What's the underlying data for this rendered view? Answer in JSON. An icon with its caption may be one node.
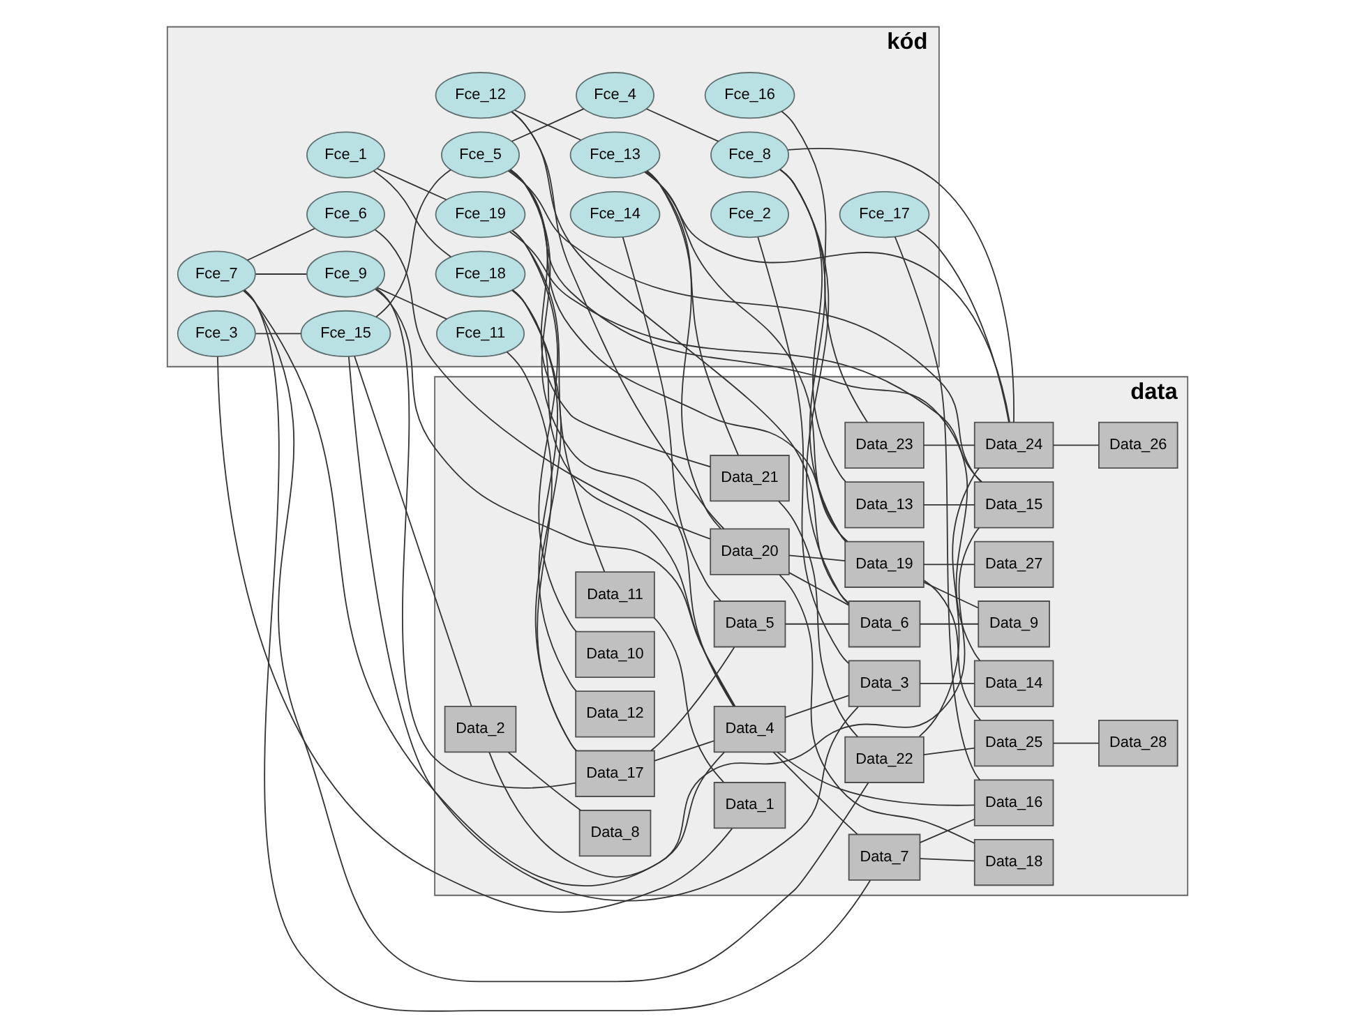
{
  "diagram": {
    "nodes": [
      {
        "text": [
          "kód"
        ]
      },
      {
        "text": [
          "Fce_1"
        ],
        "in": 0
      },
      {
        "text": [
          "Fce_19"
        ],
        "in": 0
      },
      {
        "text": [
          "Fce_2"
        ],
        "in": 0
      },
      {
        "text": [
          "Fce_3"
        ],
        "in": 0
      },
      {
        "text": [
          "Fce_15"
        ],
        "in": 0
      },
      {
        "text": [
          "Fce_18"
        ],
        "in": 0
      },
      {
        "text": [
          "Fce_5"
        ],
        "in": 0
      },
      {
        "text": [
          "Fce_4"
        ],
        "in": 0
      },
      {
        "text": [
          "Fce_14"
        ],
        "in": 0
      },
      {
        "text": [
          "Fce_8"
        ],
        "in": 0
      },
      {
        "text": [
          "Fce_7"
        ],
        "in": 0
      },
      {
        "text": [
          "Fce_6"
        ],
        "in": 0
      },
      {
        "text": [
          "Fce_9"
        ],
        "in": 0
      },
      {
        "text": [
          "Fce_11"
        ],
        "in": 0
      },
      {
        "text": [
          "Fce_12"
        ],
        "in": 0
      },
      {
        "text": [
          "Fce_13"
        ],
        "in": 0
      },
      {
        "text": [
          "Fce_17"
        ],
        "in": 0
      },
      {
        "text": [
          "Fce_16"
        ],
        "in": 0
      },
      {
        "text": [
          "data"
        ]
      },
      {
        "text": [
          "Data_10"
        ],
        "in": 19
      },
      {
        "text": [
          "Data_11"
        ],
        "in": 19
      },
      {
        "text": [
          "Data_1"
        ],
        "in": 19
      },
      {
        "text": [
          "Data_12"
        ],
        "in": 19
      },
      {
        "text": [
          "Data_8"
        ],
        "in": 19
      },
      {
        "text": [
          "Data_2"
        ],
        "in": 19
      },
      {
        "text": [
          "Data_15"
        ],
        "in": 19
      },
      {
        "text": [
          "Data_13"
        ],
        "in": 19
      },
      {
        "text": [
          "Data_14"
        ],
        "in": 19
      },
      {
        "text": [
          "Data_3"
        ],
        "in": 19
      },
      {
        "text": [
          "Data_4"
        ],
        "in": 19
      },
      {
        "text": [
          "Data_17"
        ],
        "in": 19
      },
      {
        "text": [
          "Data_16"
        ],
        "in": 19
      },
      {
        "text": [
          "Data_7"
        ],
        "in": 19
      },
      {
        "text": [
          "Data_5"
        ],
        "in": 19
      },
      {
        "text": [
          "Data_18"
        ],
        "in": 19
      },
      {
        "text": [
          "Data_6"
        ],
        "in": 19
      },
      {
        "text": [
          "Data_20"
        ],
        "in": 19
      },
      {
        "text": [
          "Data_19"
        ],
        "in": 19
      },
      {
        "text": [
          "Data_9"
        ],
        "in": 19
      },
      {
        "text": [
          "Data_21"
        ],
        "in": 19
      },
      {
        "text": [
          "Data_22"
        ],
        "in": 19
      },
      {
        "text": [
          "Data_25"
        ],
        "in": 19
      },
      {
        "text": [
          "Data_27"
        ],
        "in": 19
      },
      {
        "text": [
          "Data_23"
        ],
        "in": 19
      },
      {
        "text": [
          "Data_24"
        ],
        "in": 19
      },
      {
        "text": [
          "Data_26"
        ],
        "in": 19
      },
      {
        "text": [
          "Data_28"
        ],
        "in": 19
      }
    ],
    "edges": [
      {
        "from": 1,
        "to": 2,
        "arrow": "none"
      },
      {
        "from": 1,
        "to": 6,
        "arrow": "none"
      },
      {
        "from": 2,
        "to": 20,
        "arrow": "none"
      },
      {
        "from": 2,
        "to": 21,
        "arrow": "none"
      },
      {
        "from": 2,
        "to": 26,
        "arrow": "none"
      },
      {
        "from": 3,
        "to": 29,
        "arrow": "none"
      },
      {
        "from": 4,
        "to": 22,
        "arrow": "none"
      },
      {
        "from": 4,
        "to": 5,
        "arrow": "none"
      },
      {
        "from": 5,
        "to": 25,
        "arrow": "none"
      },
      {
        "from": 5,
        "to": 7,
        "arrow": "none"
      },
      {
        "from": 5,
        "to": 29,
        "arrow": "none"
      },
      {
        "from": 6,
        "to": 23,
        "arrow": "none"
      },
      {
        "from": 6,
        "to": 30,
        "arrow": "none"
      },
      {
        "from": 6,
        "to": 31,
        "arrow": "none"
      },
      {
        "from": 7,
        "to": 26,
        "arrow": "none"
      },
      {
        "from": 7,
        "to": 28,
        "arrow": "none"
      },
      {
        "from": 7,
        "to": 30,
        "arrow": "none"
      },
      {
        "from": 7,
        "to": 8,
        "arrow": "none"
      },
      {
        "from": 7,
        "to": 38,
        "arrow": "none"
      },
      {
        "from": 7,
        "to": 40,
        "arrow": "none"
      },
      {
        "from": 8,
        "to": 10,
        "arrow": "none"
      },
      {
        "from": 9,
        "to": 34,
        "arrow": "none"
      },
      {
        "from": 10,
        "to": 27,
        "arrow": "none"
      },
      {
        "from": 10,
        "to": 36,
        "arrow": "none"
      },
      {
        "from": 10,
        "to": 38,
        "arrow": "none"
      },
      {
        "from": 10,
        "to": 45,
        "arrow": "none"
      },
      {
        "from": 11,
        "to": 12,
        "arrow": "none"
      },
      {
        "from": 11,
        "to": 13,
        "arrow": "none"
      },
      {
        "from": 11,
        "to": 30,
        "arrow": "none"
      },
      {
        "from": 11,
        "to": 33,
        "arrow": "none"
      },
      {
        "from": 11,
        "to": 41,
        "arrow": "none"
      },
      {
        "from": 12,
        "to": 37,
        "arrow": "none"
      },
      {
        "from": 13,
        "to": 31,
        "arrow": "none"
      },
      {
        "from": 13,
        "to": 30,
        "arrow": "none"
      },
      {
        "from": 13,
        "to": 14,
        "arrow": "none"
      },
      {
        "from": 14,
        "to": 31,
        "arrow": "none"
      },
      {
        "from": 15,
        "to": 16,
        "arrow": "none"
      },
      {
        "from": 15,
        "to": 37,
        "arrow": "none"
      },
      {
        "from": 15,
        "to": 36,
        "arrow": "none"
      },
      {
        "from": 16,
        "to": 37,
        "arrow": "none"
      },
      {
        "from": 16,
        "to": 38,
        "arrow": "none"
      },
      {
        "from": 16,
        "to": 40,
        "arrow": "none"
      },
      {
        "from": 16,
        "to": 45,
        "arrow": "none"
      },
      {
        "from": 17,
        "to": 32,
        "arrow": "none"
      },
      {
        "from": 17,
        "to": 45,
        "arrow": "none"
      },
      {
        "from": 18,
        "to": 44,
        "arrow": "none"
      },
      {
        "from": 21,
        "to": 22,
        "arrow": "none"
      },
      {
        "from": 25,
        "to": 24,
        "arrow": "none"
      },
      {
        "from": 25,
        "to": 26,
        "arrow": "none"
      },
      {
        "from": 27,
        "to": 26,
        "arrow": "none"
      },
      {
        "from": 29,
        "to": 28,
        "arrow": "none"
      },
      {
        "from": 30,
        "to": 29,
        "arrow": "none"
      },
      {
        "from": 30,
        "to": 32,
        "arrow": "none"
      },
      {
        "from": 30,
        "to": 33,
        "arrow": "none"
      },
      {
        "from": 31,
        "to": 30,
        "arrow": "none"
      },
      {
        "from": 33,
        "to": 32,
        "arrow": "none"
      },
      {
        "from": 33,
        "to": 35,
        "arrow": "none"
      },
      {
        "from": 31,
        "to": 34,
        "arrow": "none"
      },
      {
        "from": 34,
        "to": 36,
        "arrow": "none"
      },
      {
        "from": 36,
        "to": 39,
        "arrow": "none"
      },
      {
        "from": 37,
        "to": 36,
        "arrow": "none"
      },
      {
        "from": 37,
        "to": 35,
        "arrow": "none"
      },
      {
        "from": 37,
        "to": 38,
        "arrow": "none"
      },
      {
        "from": 38,
        "to": 39,
        "arrow": "none"
      },
      {
        "from": 38,
        "to": 43,
        "arrow": "none"
      },
      {
        "from": 38,
        "to": 42,
        "arrow": "none"
      },
      {
        "from": 40,
        "to": 41,
        "arrow": "none"
      },
      {
        "from": 41,
        "to": 42,
        "arrow": "none"
      },
      {
        "from": 41,
        "to": 45,
        "arrow": "none"
      },
      {
        "from": 42,
        "to": 47,
        "arrow": "none"
      },
      {
        "from": 45,
        "to": 46,
        "arrow": "none"
      },
      {
        "from": 44,
        "to": 45,
        "arrow": "none"
      }
    ]
  }
}
